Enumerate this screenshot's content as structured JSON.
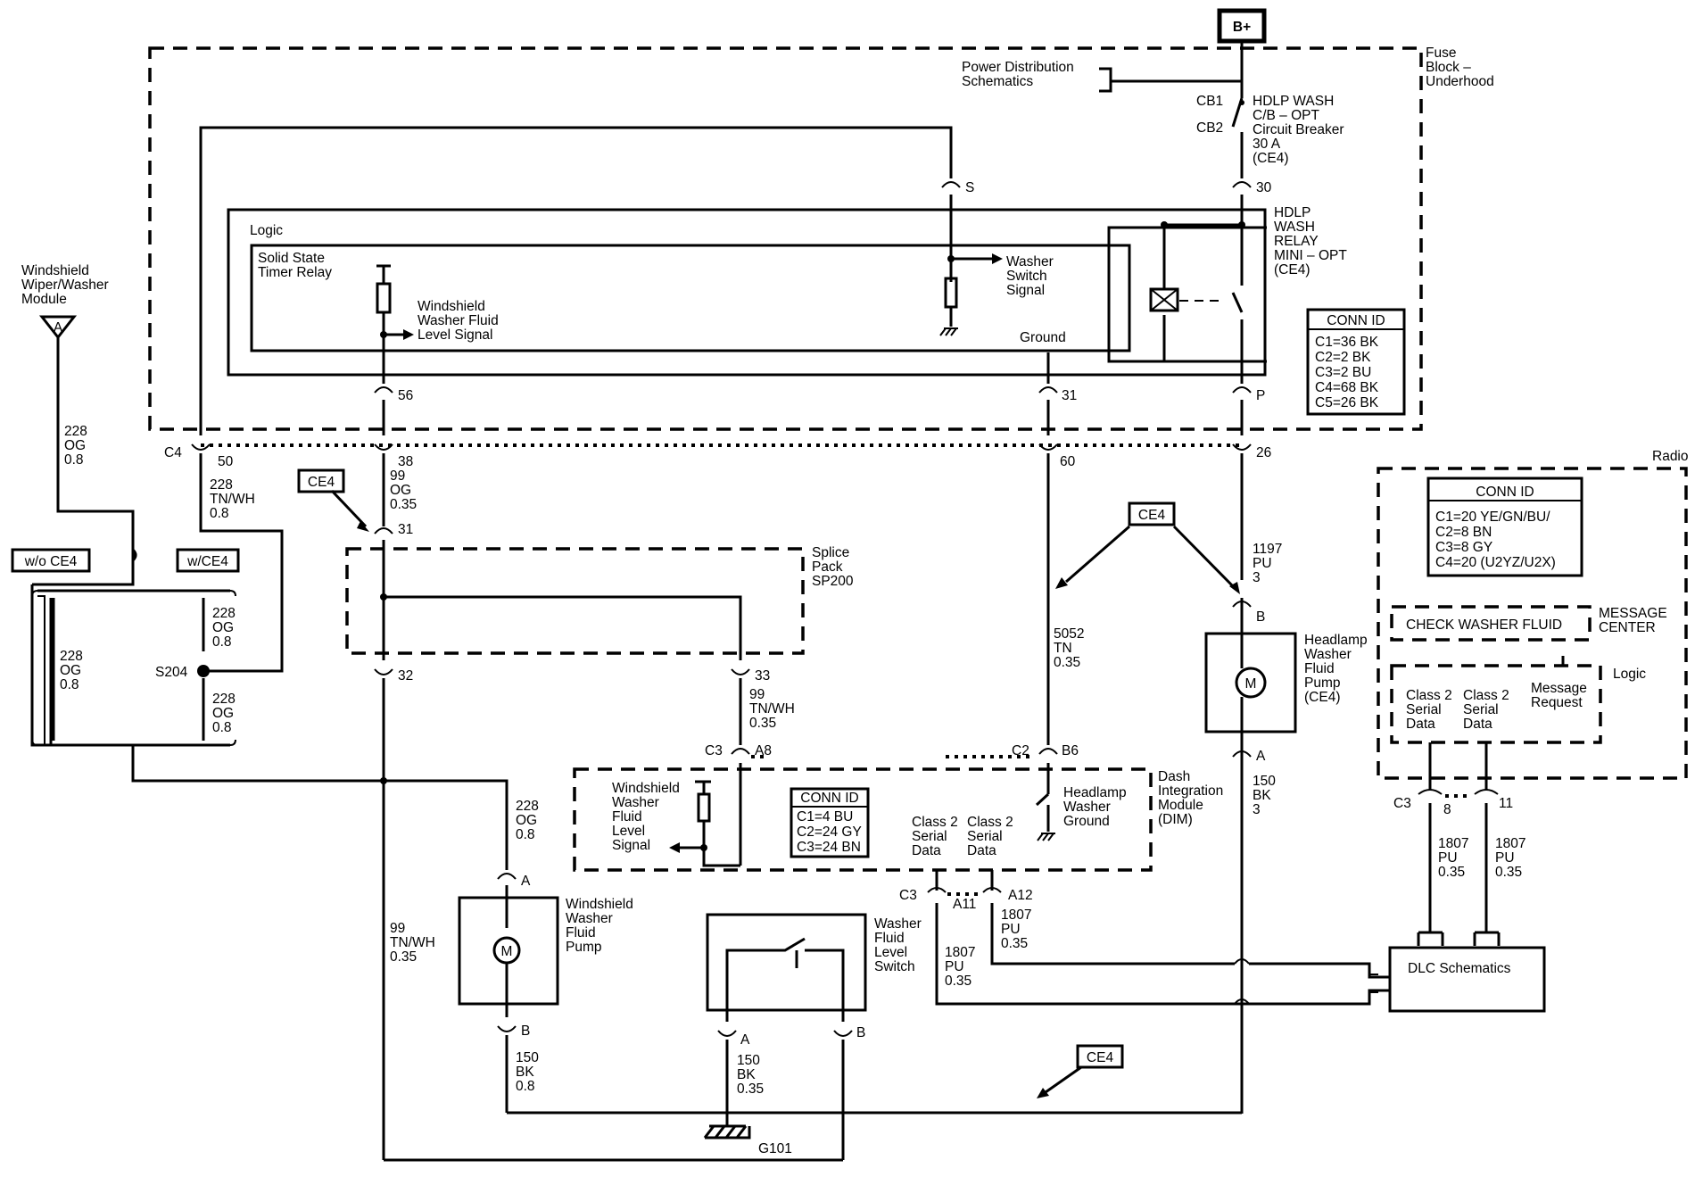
{
  "battery": "B+",
  "fuse_block": [
    "Fuse",
    "Block –",
    "Underhood"
  ],
  "power_distribution": [
    "Power Distribution",
    "Schematics"
  ],
  "cb1": "CB1",
  "cb2": "CB2",
  "breaker": [
    "HDLP WASH",
    "C/B – OPT",
    "Circuit Breaker",
    "30 A",
    "(CE4)"
  ],
  "relay": [
    "HDLP",
    "WASH",
    "RELAY",
    "MINI – OPT",
    "(CE4)"
  ],
  "fuse_conn_id": {
    "title": "CONN ID",
    "items": [
      "C1=36 BK",
      "C2=2 BK",
      "C3=2 BU",
      "C4=68 BK",
      "C5=26 BK"
    ]
  },
  "logic": "Logic",
  "timer_relay": [
    "Solid State",
    "Timer Relay"
  ],
  "ws_level_signal": [
    "Windshield",
    "Washer Fluid",
    "Level Signal"
  ],
  "washer_switch_signal": [
    "Washer",
    "Switch",
    "Signal"
  ],
  "ground": "Ground",
  "wiper_module": [
    "Windshield",
    "Wiper/Washer",
    "Module"
  ],
  "wiper_a": "A",
  "wire_228_og_08": [
    "228",
    "OG",
    "0.8"
  ],
  "wire_228_tnwh": [
    "228",
    "TN/WH",
    "0.8"
  ],
  "wire_99_og": [
    "99",
    "OG",
    "0.35"
  ],
  "wire_99_tnwh_a": [
    "99",
    "TN/WH",
    "0.35"
  ],
  "wire_99_tnwh_b": [
    "99",
    "TN/WH",
    "0.35"
  ],
  "wire_1197": [
    "1197",
    "PU",
    "3"
  ],
  "wire_5052": [
    "5052",
    "TN",
    "0.35"
  ],
  "wire_150_bk_3": [
    "150",
    "BK",
    "3"
  ],
  "wire_150_bk_08": [
    "150",
    "BK",
    "0.8"
  ],
  "wire_150_bk_035": [
    "150",
    "BK",
    "0.35"
  ],
  "wire_1807_a": [
    "1807",
    "PU",
    "0.35"
  ],
  "wire_1807_b": [
    "1807",
    "PU",
    "0.35"
  ],
  "wire_1807_c": [
    "1807",
    "PU",
    "0.35"
  ],
  "wire_1807_d": [
    "1807",
    "PU",
    "0.35"
  ],
  "pins": {
    "s": "S",
    "p30": "30",
    "p56": "56",
    "p31": "31",
    "pP": "P",
    "c4": "C4",
    "p50": "50",
    "p38": "38",
    "p60": "60",
    "p26": "26",
    "p31b": "31",
    "p32": "32",
    "p33": "33",
    "c3": "C3",
    "a8": "A8",
    "c2": "C2",
    "b6": "B6",
    "pa": "A",
    "pb": "B",
    "ha": "A",
    "hb": "B",
    "c3b": "C3",
    "a11": "A11",
    "a12": "A12",
    "sa": "A",
    "sb": "B",
    "c3r": "C3",
    "p8": "8",
    "p11": "11"
  },
  "ce4": "CE4",
  "wo_ce4": "w/o CE4",
  "w_ce4": "w/CE4",
  "s204": "S204",
  "splice_pack": [
    "Splice",
    "Pack",
    "SP200"
  ],
  "hdlp_pump": [
    "Headlamp",
    "Washer",
    "Fluid",
    "Pump",
    "(CE4)"
  ],
  "motor": "M",
  "radio": "Radio",
  "radio_conn_id": {
    "title": "CONN ID",
    "items": [
      "C1=20 YE/GN/BU/",
      "C2=8 BN",
      "C3=8 GY",
      "C4=20 (U2YZ/U2X)"
    ]
  },
  "check_washer": "CHECK WASHER FLUID",
  "message_center": [
    "MESSAGE",
    "CENTER"
  ],
  "radio_logic": "Logic",
  "class2_a": [
    "Class 2",
    "Serial",
    "Data"
  ],
  "class2_b": [
    "Class 2",
    "Serial",
    "Data"
  ],
  "message_request": [
    "Message",
    "Request"
  ],
  "dim_conn_id": {
    "title": "CONN ID",
    "items": [
      "C1=4 BU",
      "C2=24 GY",
      "C3=24 BN"
    ]
  },
  "dim_level_signal": [
    "Windshield",
    "Washer",
    "Fluid",
    "Level",
    "Signal"
  ],
  "dim_class2_a": [
    "Class 2",
    "Serial",
    "Data"
  ],
  "dim_class2_b": [
    "Class 2",
    "Serial",
    "Data"
  ],
  "hdlp_washer_ground": [
    "Headlamp",
    "Washer",
    "Ground"
  ],
  "dim": [
    "Dash",
    "Integration",
    "Module",
    "(DIM)"
  ],
  "ws_pump": [
    "Windshield",
    "Washer",
    "Fluid",
    "Pump"
  ],
  "level_switch": [
    "Washer",
    "Fluid",
    "Level",
    "Switch"
  ],
  "dlc": "DLC Schematics",
  "g101": "G101"
}
